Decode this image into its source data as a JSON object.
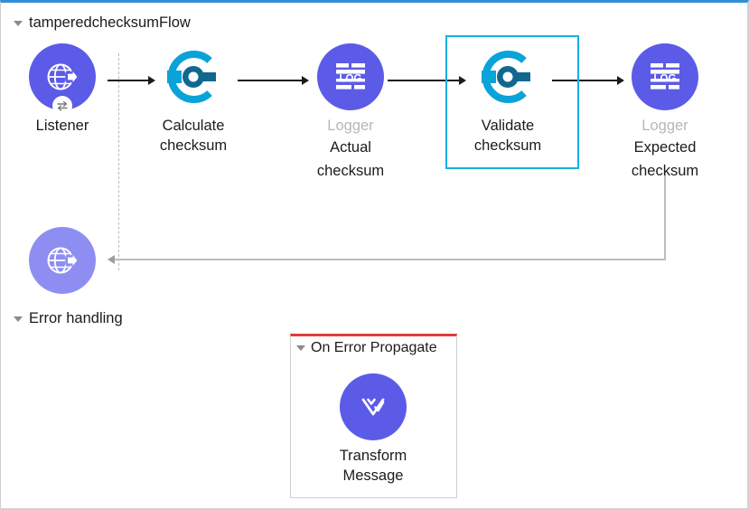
{
  "canvas": {
    "accent_top_border": "#2e8fd6",
    "background": "#ffffff"
  },
  "flow": {
    "header_label": "tamperedchecksumFlow",
    "nodes": [
      {
        "id": "listener",
        "icon": "http-listener-globe-icon",
        "primary_label": "Listener",
        "secondary_label": "",
        "primary_muted": false,
        "circle_color": "#5b5be8",
        "has_badge": true
      },
      {
        "id": "calculate-checksum",
        "icon": "crypto-checksum-icon",
        "primary_label": "Calculate\nchecksum",
        "secondary_label": "",
        "primary_muted": false,
        "circle_color": "transparent",
        "has_badge": false
      },
      {
        "id": "logger-actual",
        "icon": "log-icon",
        "primary_label": "Logger",
        "secondary_label": "Actual\nchecksum",
        "primary_muted": true,
        "circle_color": "#5b5be8",
        "has_badge": false
      },
      {
        "id": "validate-checksum",
        "icon": "crypto-checksum-icon",
        "primary_label": "Validate\nchecksum",
        "secondary_label": "",
        "primary_muted": false,
        "circle_color": "transparent",
        "has_badge": false,
        "selected": true
      },
      {
        "id": "logger-expected",
        "icon": "log-icon",
        "primary_label": "Logger",
        "secondary_label": "Expected\nchecksum",
        "primary_muted": true,
        "circle_color": "#5b5be8",
        "has_badge": false
      },
      {
        "id": "listener-response",
        "icon": "http-listener-globe-icon",
        "primary_label": "",
        "secondary_label": "",
        "primary_muted": false,
        "circle_color": "#8e8ef2",
        "has_badge": false
      }
    ],
    "selection_color": "#17b0e0"
  },
  "error_handling": {
    "header_label": "Error handling",
    "scope": {
      "title": "On Error Propagate",
      "top_border_color": "#e03b3b",
      "nodes": [
        {
          "id": "transform-message",
          "icon": "dataweave-transform-icon",
          "primary_label": "Transform\nMessage",
          "circle_color": "#5b5be8"
        }
      ]
    }
  }
}
